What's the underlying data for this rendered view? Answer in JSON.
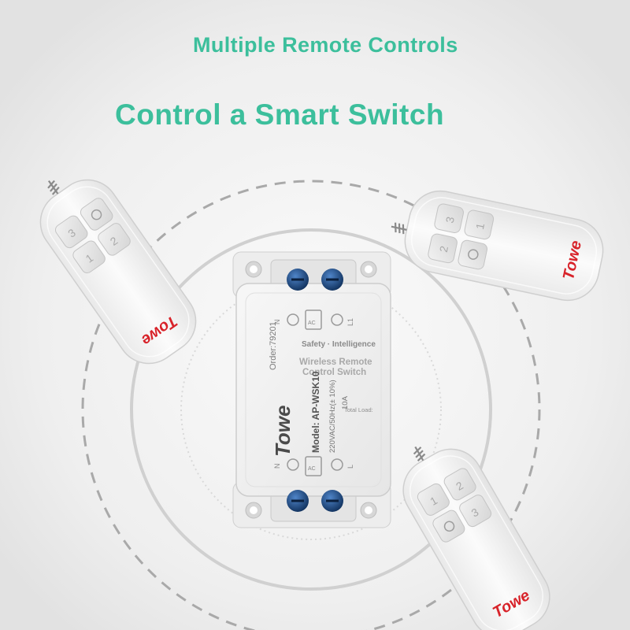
{
  "header": {
    "subtitle": "Multiple Remote Controls",
    "title": "Control a Smart Switch"
  },
  "switch_box": {
    "order_number": "Order:79201",
    "tagline": "Safety · Intelligence",
    "product_name_line1": "Wireless Remote",
    "product_name_line2": "Control Switch",
    "brand": "Towe",
    "model": "Model: AP-WSK10",
    "rating": "220VAC/50Hz(± 10%)",
    "current": "10A",
    "total_load_label": "Total Load:",
    "terminal_top_left": "N",
    "terminal_top_right": "L1",
    "terminal_bottom_left": "N",
    "terminal_bottom_right": "L",
    "ac_label": "AC"
  },
  "remotes": {
    "brand": "Towe",
    "button_labels": [
      "1",
      "2",
      "3"
    ]
  },
  "colors": {
    "accent_text": "#3cbf9c",
    "brand_red": "#d8232a",
    "background": "#ececec",
    "device_body": "#f4f4f4",
    "terminal_blue": "#1f4f8f"
  },
  "icons": [
    "power-button-icon",
    "rf-antenna-icon",
    "ground-symbol-icon"
  ]
}
